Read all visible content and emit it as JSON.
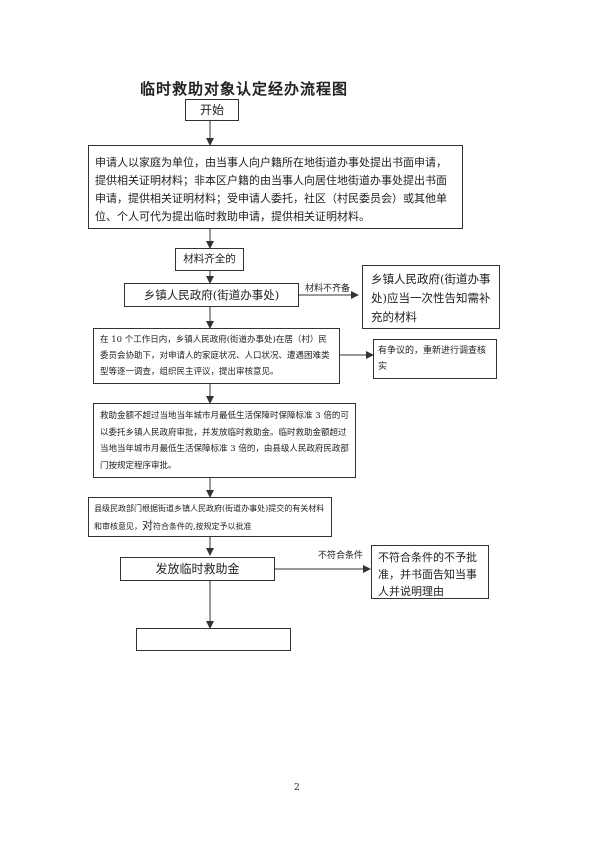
{
  "title": "临时救助对象认定经办流程图",
  "nodes": {
    "start": "开始",
    "apply": "申请人以家庭为单位，由当事人向户籍所在地街道办事处提出书面申请，提供相关证明材料；非本区户籍的由当事人向居住地街道办事处提出书面申请，提供相关证明材料；受申请人委托，社区（村民委员会）或其他单位、个人可代为提出临时救助申请，提供相关证明材料。",
    "complete": "材料齐全的",
    "township": "乡镇人民政府(街道办事处)",
    "incomplete_label": "材料不齐备",
    "supplement": "乡镇人民政府(街道办事处)应当一次性告知需补充的材料",
    "review": "在 10 个工作日内，乡镇人民政府(街道办事处)在居（村）民委员会协助下，对申请人的家庭状况、人口状况、遭遇困难类型等逐一调查，组织民主评议，提出审核意见。",
    "dispute": "有争议的，重新进行调查核实",
    "amount": "救助金额不超过当地当年城市月最低生活保障时保障标准 3 倍的可以委托乡镇人民政府审批，并发放临时救助金。临时救助金额超过当地当年城市月最低生活保障标准 3 倍的，由县级人民政府民政部门按规定程序审批。",
    "county_a": "县级民政部门根据街道乡镇人民政府(街道办事处)提交的有关材料和审核意见，",
    "county_b": "对",
    "county_c": "符合条件的,按规定予以批准",
    "not_qualified_label": "不符合条件",
    "issue": "发放临时救助金",
    "reject": "不符合条件的不予批准，并书面告知当事人并说明理由"
  },
  "page_number": "2"
}
